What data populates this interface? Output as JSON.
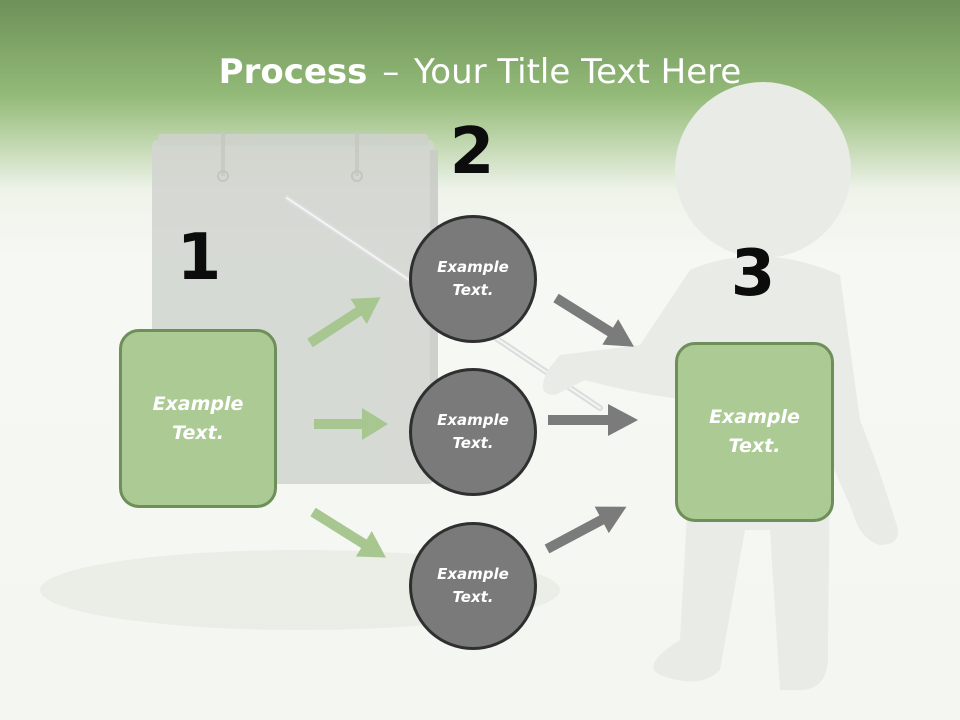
{
  "title": {
    "bold": "Process",
    "separator": "–",
    "rest": "Your Title Text Here"
  },
  "steps": [
    {
      "number": "1",
      "label": "Example Text."
    },
    {
      "number": "2",
      "labels": [
        "Example Text.",
        "Example Text.",
        "Example Text."
      ]
    },
    {
      "number": "3",
      "label": "Example Text."
    }
  ],
  "colors": {
    "header_green": "#6d9158",
    "box_fill": "#abca94",
    "box_border": "#6f8f5a",
    "circle_fill": "#7a7a7a",
    "circle_border": "#2f2f2f",
    "arrow_green": "#a7c690",
    "arrow_gray": "#7b7b7b"
  }
}
